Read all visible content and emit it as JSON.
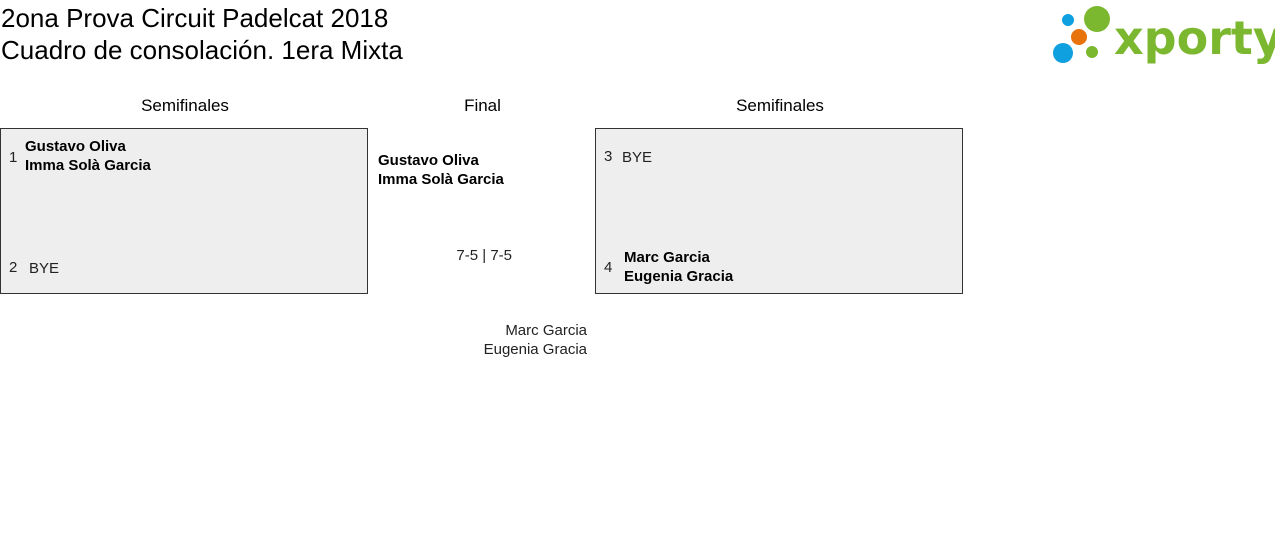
{
  "header": {
    "title_line1": "2ona Prova Circuit Padelcat 2018",
    "title_line2": "Cuadro de consolación. 1era Mixta",
    "logo_text": "xporty"
  },
  "rounds": {
    "left": "Semifinales",
    "center": "Final",
    "right": "Semifinales"
  },
  "left_match": {
    "top": {
      "seed": "1",
      "player1": "Gustavo Oliva",
      "player2": "Imma Solà Garcia"
    },
    "bottom": {
      "seed": "2",
      "player1": "BYE"
    }
  },
  "right_match": {
    "top": {
      "seed": "3",
      "player1": "BYE"
    },
    "bottom": {
      "seed": "4",
      "player1": "Marc Garcia",
      "player2": "Eugenia Gracia"
    }
  },
  "final": {
    "team1": {
      "player1": "Gustavo Oliva",
      "player2": "Imma Solà Garcia"
    },
    "score": "7-5 | 7-5",
    "team2": {
      "player1": "Marc Garcia",
      "player2": "Eugenia Gracia"
    }
  },
  "colors": {
    "green": "#7cb82f",
    "blue": "#0fa0e0",
    "orange": "#e8720c"
  }
}
